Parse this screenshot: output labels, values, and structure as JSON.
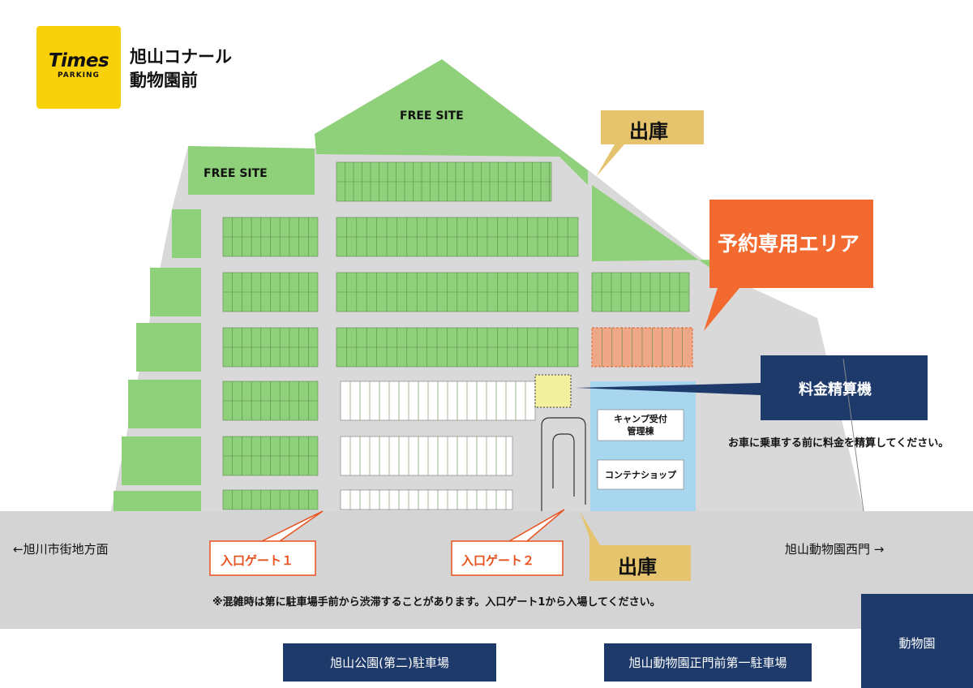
{
  "logo": {
    "brand": "Times",
    "sub": "PARKING"
  },
  "title": {
    "line1": "旭山コナール",
    "line2": "動物園前"
  },
  "free_site_labels": [
    "FREE SITE",
    "FREE SITE"
  ],
  "exit_label": "出庫",
  "exit_label_bottom": "出庫",
  "reserved_area_label": "予約専用エリア",
  "payment_machine_label": "料金精算機",
  "payment_note": "お車に乗車する前に料金を精算してください。",
  "buildings": {
    "camp_reception_line1": "キャンプ受付",
    "camp_reception_line2": "管理棟",
    "container_shop": "コンテナショップ"
  },
  "gates": {
    "gate1": "入口ゲート１",
    "gate2": "入口ゲート２"
  },
  "road": {
    "left_direction": "←旭川市街地方面",
    "right_direction": "旭山動物園西門 →"
  },
  "congestion_note": "※混雑時は第に駐車場手前から渋滞することがあります。入口ゲート1から入場してください。",
  "nearby": {
    "parking_2": "旭山公園(第二)駐車場",
    "parking_1": "旭山動物園正門前第一駐車場",
    "zoo": "動物園"
  },
  "colors": {
    "green": "#8fd07a",
    "lot": "#d9d9d9",
    "road": "#d4d4d4",
    "navy": "#1d3a6b",
    "orange": "#f26a30",
    "gold": "#e6c46e",
    "reserved": "#f0a787",
    "blue_area": "#a8d6ee",
    "logo_yellow": "#f9d10b"
  }
}
